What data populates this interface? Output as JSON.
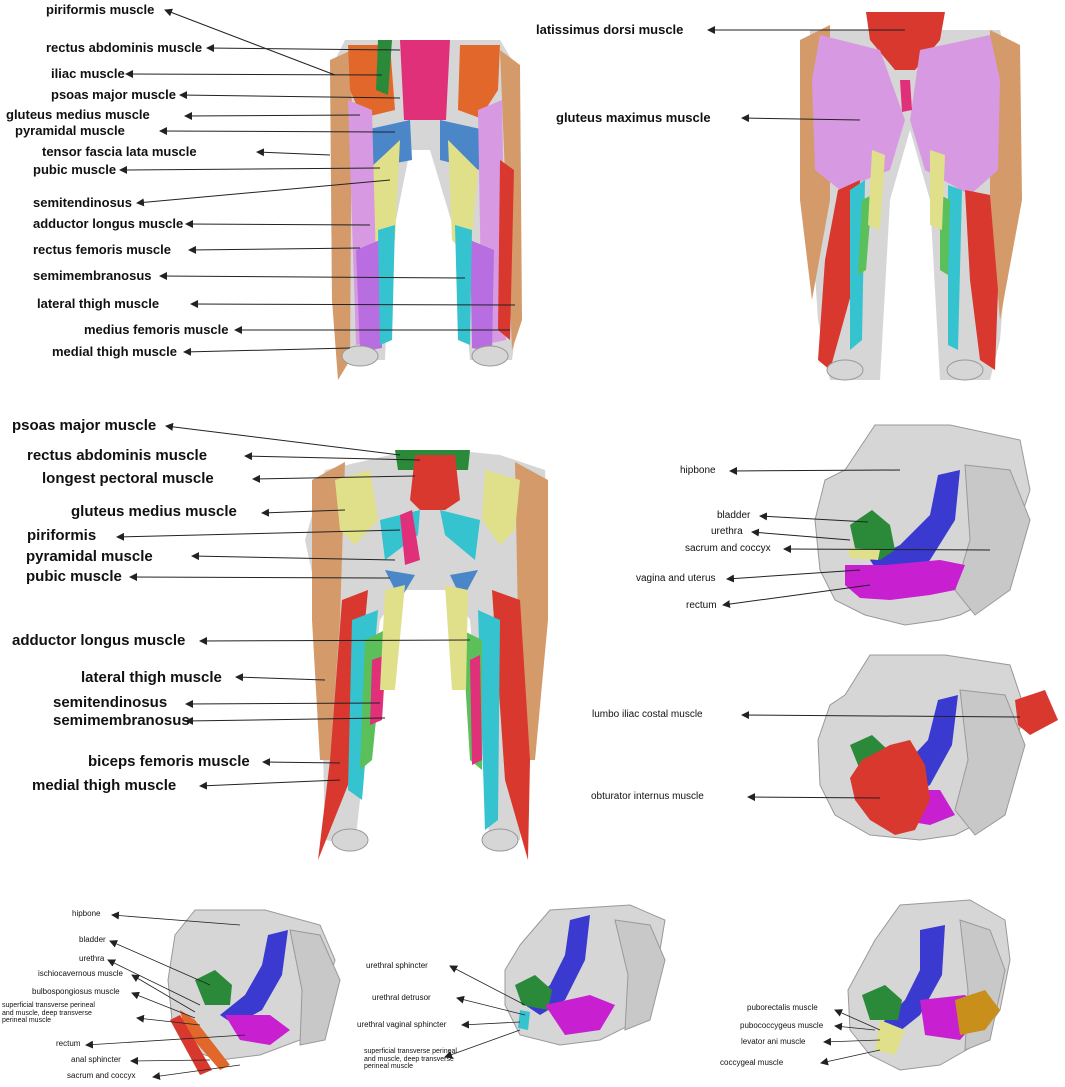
{
  "panels": {
    "front_thigh": {
      "labels": [
        "piriformis muscle",
        "rectus abdominis muscle",
        "iliac muscle",
        "psoas major muscle",
        "gluteus medius muscle",
        "pyramidal muscle",
        "tensor fascia lata muscle",
        "pubic muscle",
        "semitendinosus",
        "adductor longus muscle",
        "rectus femoris muscle",
        "semimembranosus",
        "lateral thigh muscle",
        "medius femoris muscle",
        "medial thigh muscle"
      ]
    },
    "back_thigh": {
      "labels": [
        "latissimus dorsi muscle",
        "gluteus maximus muscle"
      ]
    },
    "posterior_pelvis": {
      "labels": [
        "psoas major muscle",
        "rectus abdominis muscle",
        "longest pectoral muscle",
        "gluteus medius muscle",
        "piriformis",
        "pyramidal muscle",
        "pubic muscle",
        "adductor longus muscle",
        "lateral thigh muscle",
        "semitendinosus",
        "semimembranosus",
        "biceps femoris muscle",
        "medial thigh muscle"
      ]
    },
    "pelvic_organs": {
      "labels": [
        "hipbone",
        "bladder",
        "urethra",
        "sacrum and coccyx",
        "vagina and uterus",
        "rectum"
      ]
    },
    "pelvic_muscles": {
      "labels": [
        "lumbo iliac costal muscle",
        "obturator internus muscle"
      ]
    },
    "perineum_left": {
      "labels": [
        "hipbone",
        "bladder",
        "urethra",
        "ischiocavernous muscle",
        "bulbospongiosus muscle",
        "superficial transverse perineal\nand muscle, deep transverse\nperineal muscle",
        "rectum",
        "anal sphincter",
        "sacrum and coccyx"
      ]
    },
    "perineum_middle": {
      "labels": [
        "urethral sphincter",
        "urethral detrusor",
        "urethral vaginal sphincter",
        "superficial transverse perineal\nand muscle, deep transverse\nperineal muscle"
      ]
    },
    "perineum_right": {
      "labels": [
        "puborectalis muscle",
        "pubococcygeus muscle",
        "levator ani muscle",
        "coccygeal muscle"
      ]
    }
  },
  "colors": {
    "bone": "#d6d6d6",
    "red": "#d8382e",
    "pink": "#e0307a",
    "orange": "#e2672a",
    "tan": "#d49a6a",
    "green": "#2a8a3a",
    "lightgreen": "#5bbf5a",
    "yellow": "#e0e08a",
    "blue": "#4a86c8",
    "cyan": "#35c3cf",
    "violet": "#b86ee0",
    "lavender": "#d79ae2",
    "navy": "#3a3ad0",
    "magenta": "#c81fd0",
    "gold": "#c8901a"
  }
}
